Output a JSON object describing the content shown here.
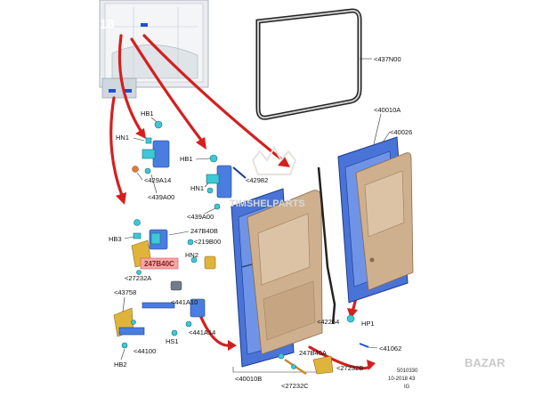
{
  "watermark": {
    "top": "timshelparts2018",
    "center": "TIMSHELPARTS",
    "bazar": "BAZAR"
  },
  "labels": {
    "l437N00": "<437N00",
    "hb1_top": "HB1",
    "hn1_left": "HN1",
    "l429A14": "<429A14",
    "l439A00a": "<439A00",
    "hb1_mid": "HB1",
    "hn1_mid": "HN1",
    "l42982": "<42982",
    "l439A00b": "<439A00",
    "hb3": "HB3",
    "l247B40B": "247B40B",
    "l219B00": "<219B00",
    "hn2": "HN2",
    "l247B40C": "247B40C",
    "l27232A": "<27232A",
    "l43758": "<43758",
    "l441A10": "<441A10",
    "l441A14": "<441A14",
    "hs1": "HS1",
    "l44100": "<44100",
    "hb2": "HB2",
    "l40010A": "<40010A",
    "l40026": "<40026",
    "l42264": "<42264",
    "hp1": "HP1",
    "l41062": "<41062",
    "l40010B": "<40010B",
    "l247B40A": "247B40A",
    "l27232B": "<27232B",
    "l27232C": "<27232C"
  },
  "code": {
    "line1": "5010330",
    "line2": "10-2018 43",
    "line3": "IG"
  },
  "colors": {
    "arrow": "#d51f1f",
    "panel": "#ceb08f",
    "frame": "#4a73d8",
    "part": "#3ec8d6",
    "highlight_bg": "#f4a6a6"
  }
}
